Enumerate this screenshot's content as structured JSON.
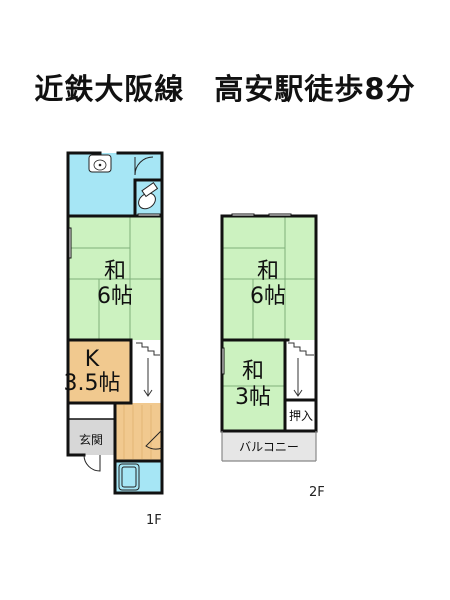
{
  "header": {
    "title": "近鉄大阪線　高安駅徒歩8分"
  },
  "floors": [
    {
      "label": "1F",
      "rooms": [
        {
          "kind": "washitsu",
          "line1": "和",
          "line2": "6帖"
        },
        {
          "kind": "kitchen",
          "line1": "K",
          "line2": "3.5帖"
        },
        {
          "kind": "entrance",
          "line1": "玄関"
        }
      ]
    },
    {
      "label": "2F",
      "rooms": [
        {
          "kind": "washitsu",
          "line1": "和",
          "line2": "6帖"
        },
        {
          "kind": "washitsu",
          "line1": "和",
          "line2": "3帖"
        },
        {
          "kind": "closet",
          "line1": "押入"
        },
        {
          "kind": "balcony",
          "line1": "バルコニー"
        }
      ]
    }
  ],
  "colors": {
    "tatami": "#ccf2c0",
    "tatami_line": "#7fb07a",
    "bathroom": "#a6e6f5",
    "kitchen_floor": "#f1c98f",
    "entrance": "#d7d7d7",
    "balcony": "#e6e6e6",
    "wall": "#111111"
  },
  "icons": [
    "sink-icon",
    "toilet-icon",
    "bathtub-icon",
    "stairs-icon",
    "door-swing-icon"
  ]
}
